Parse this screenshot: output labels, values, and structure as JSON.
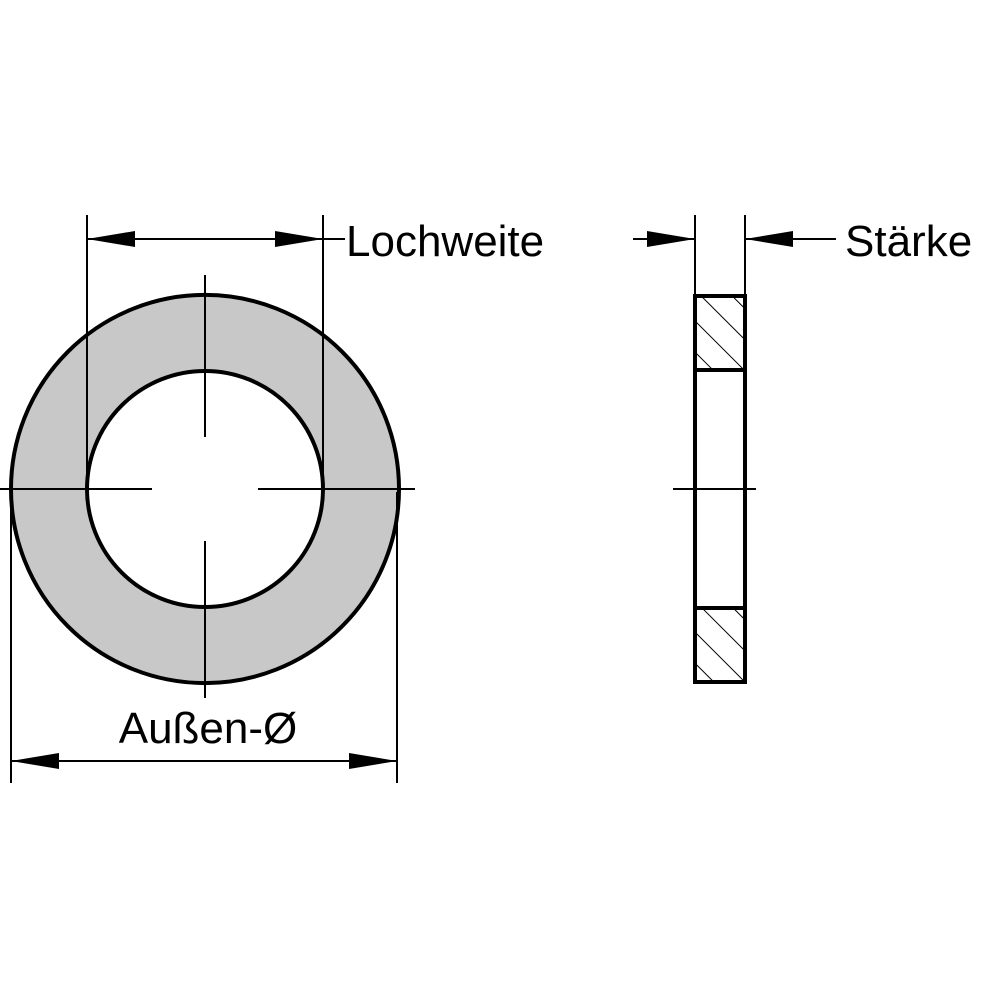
{
  "labels": {
    "hole_width": "Lochweite",
    "thickness": "Stärke",
    "outer_diameter": "Außen-Ø"
  },
  "colors": {
    "line": "#000000",
    "fill": "#c8c8c8",
    "background": "#ffffff"
  }
}
